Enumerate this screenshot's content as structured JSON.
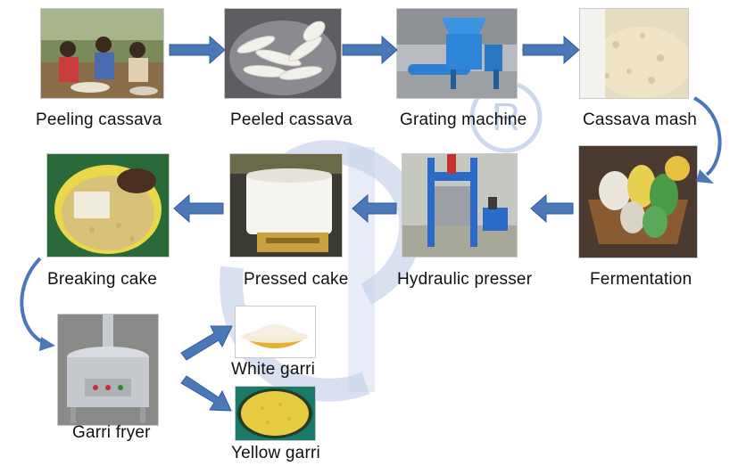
{
  "steps": [
    {
      "label": "Peeling  cassava",
      "photo": "people-peeling-cassava-photo"
    },
    {
      "label": "Peeled cassava",
      "photo": "peeled-cassava-roots-photo"
    },
    {
      "label": "Grating machine",
      "photo": "grating-machine-photo"
    },
    {
      "label": "Cassava mash",
      "photo": "cassava-mash-photo"
    },
    {
      "label": "Fermentation",
      "photo": "fermentation-bags-photo"
    },
    {
      "label": "Hydraulic presser",
      "photo": "hydraulic-presser-photo"
    },
    {
      "label": "Pressed cake",
      "photo": "pressed-cake-photo"
    },
    {
      "label": "Breaking cake",
      "photo": "breaking-cake-photo"
    },
    {
      "label": "Garri  fryer",
      "photo": "garri-fryer-photo"
    }
  ],
  "outputs": [
    {
      "label": "White garri",
      "photo": "white-garri-bowl-photo"
    },
    {
      "label": "Yellow garri",
      "photo": "yellow-garri-bowl-photo"
    }
  ],
  "colors": {
    "arrow": "#4a78b8",
    "arrow_edge": "#2f5d9a",
    "watermark": "#8aa6d6",
    "label_text": "#111111"
  }
}
